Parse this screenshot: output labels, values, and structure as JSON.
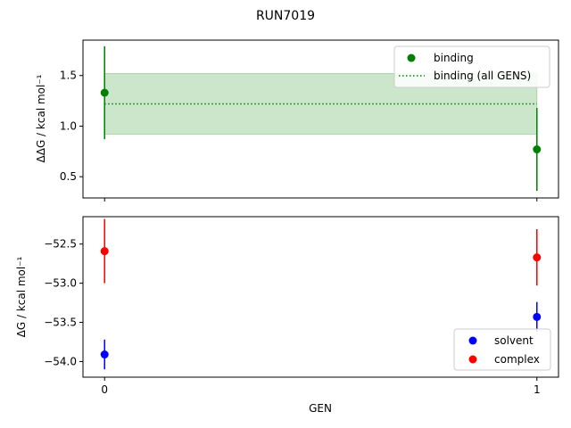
{
  "figure": {
    "title": "RUN7019"
  },
  "chart_data": [
    {
      "type": "scatter",
      "panel": "top",
      "ylabel": "ΔΔG / kcal mol⁻¹",
      "xlabel": "",
      "xlim": [
        -0.05,
        1.05
      ],
      "ylim": [
        0.29,
        1.85
      ],
      "xticks": [
        0,
        1
      ],
      "yticks": [
        0.5,
        1.0,
        1.5
      ],
      "ytick_labels": [
        "0.5",
        "1.0",
        "1.5"
      ],
      "grid": false,
      "legend_position": "top-right",
      "series": [
        {
          "name": "binding",
          "kind": "points_errorbar",
          "color": "#008000",
          "x": [
            0,
            1
          ],
          "y": [
            1.33,
            0.77
          ],
          "yerr": [
            0.46,
            0.41
          ]
        },
        {
          "name": "binding (all GENS)",
          "kind": "hline_band",
          "color": "#008000",
          "band_color": "#008000",
          "band_opacity": 0.2,
          "y": 1.22,
          "band": [
            0.92,
            1.52
          ],
          "xrange": [
            0,
            1
          ]
        }
      ]
    },
    {
      "type": "scatter",
      "panel": "bottom",
      "ylabel": "ΔG / kcal mol⁻¹",
      "xlabel": "GEN",
      "xlim": [
        -0.05,
        1.05
      ],
      "ylim": [
        -54.2,
        -52.15
      ],
      "xticks": [
        0,
        1
      ],
      "xtick_labels": [
        "0",
        "1"
      ],
      "yticks": [
        -54.0,
        -53.5,
        -53.0,
        -52.5
      ],
      "ytick_labels": [
        "−54.0",
        "−53.5",
        "−53.0",
        "−52.5"
      ],
      "grid": false,
      "legend_position": "bottom-right",
      "series": [
        {
          "name": "solvent",
          "kind": "points_errorbar",
          "color": "#0000ff",
          "x": [
            0,
            1
          ],
          "y": [
            -53.91,
            -53.43
          ],
          "yerr": [
            0.19,
            0.19
          ]
        },
        {
          "name": "complex",
          "kind": "points_errorbar",
          "color": "#ff0000",
          "x": [
            0,
            1
          ],
          "y": [
            -52.59,
            -52.67
          ],
          "yerr": [
            0.41,
            0.36
          ]
        }
      ]
    }
  ]
}
